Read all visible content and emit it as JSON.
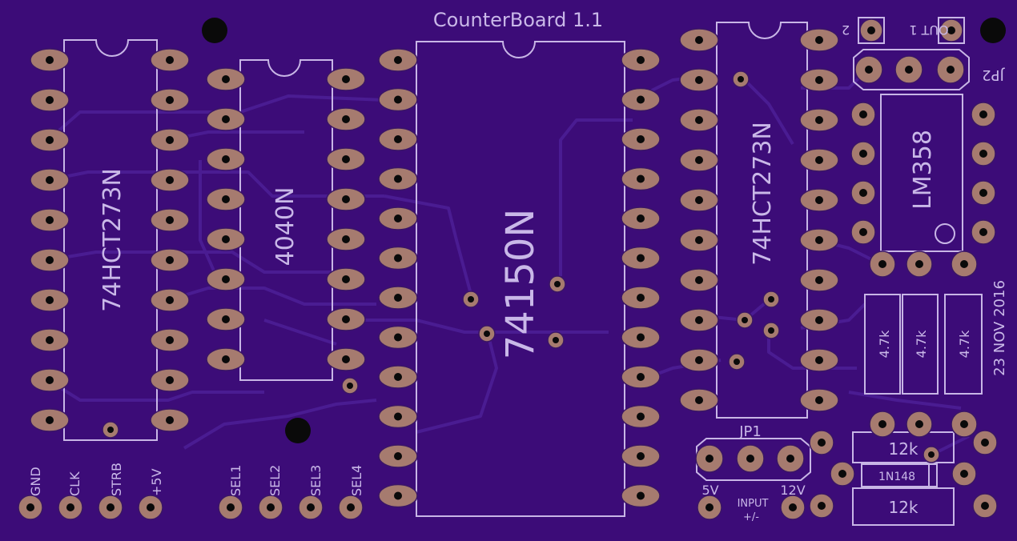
{
  "board": {
    "title": "CounterBoard 1.1",
    "date": "23 NOV 2016",
    "colors": {
      "board": "#3c0c78",
      "silk": "#c8b6e6",
      "pad": "#a67b6f",
      "trace": "#4a1c92"
    }
  },
  "chips": {
    "u1": "74HCT273N",
    "u2": "4040N",
    "u3": "74150N",
    "u4": "74HCT273N",
    "u5": "LM358"
  },
  "resistors": {
    "r1": "4.7k",
    "r2": "4.7k",
    "r3": "4.7k",
    "r4": "12k",
    "r5": "12k"
  },
  "diode": "1N148",
  "jumpers": {
    "jp1": "JP1",
    "jp2": "JP2"
  },
  "connector_labels": {
    "gnd": "GND",
    "clk": "CLK",
    "strb": "STRB",
    "v5": "+5V",
    "sel1": "SEL1",
    "sel2": "SEL2",
    "sel3": "SEL3",
    "sel4": "SEL4"
  },
  "power_labels": {
    "v5": "5V",
    "v12": "12V",
    "input": "INPUT",
    "pm": "+/-"
  },
  "out_labels": {
    "out": "OUT 1",
    "two": "2"
  }
}
